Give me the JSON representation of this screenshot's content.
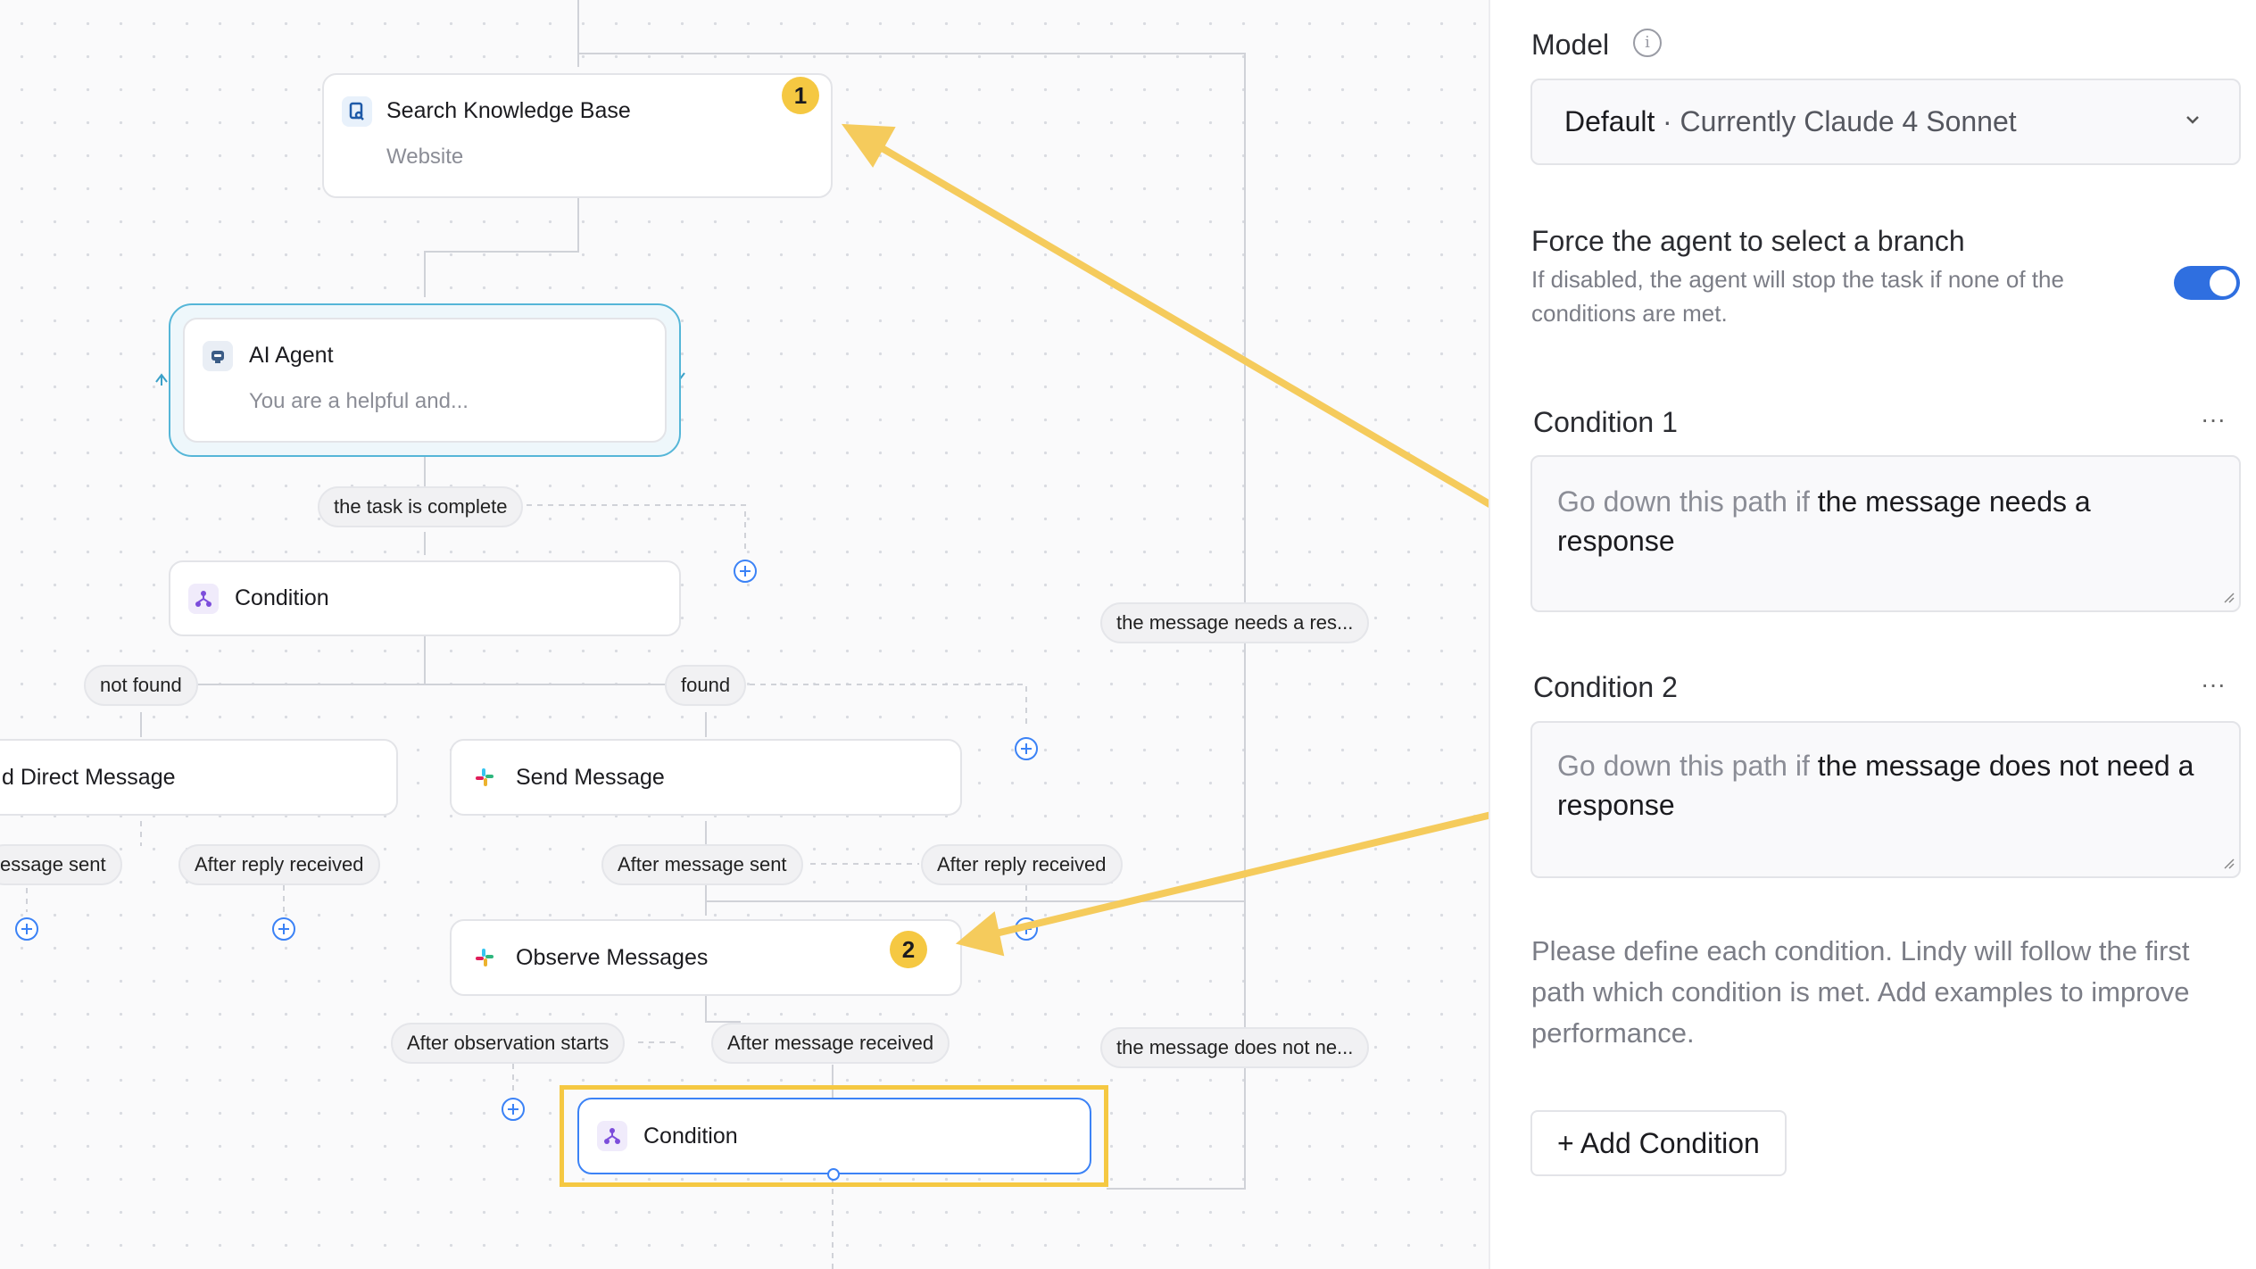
{
  "canvas": {
    "nodes": {
      "search_kb": {
        "title": "Search Knowledge Base",
        "subtitle": "Website",
        "badge": "1"
      },
      "ai_agent": {
        "title": "AI Agent",
        "subtitle": "You are a helpful and..."
      },
      "condition_top": {
        "title": "Condition"
      },
      "direct_message": {
        "title": "d Direct Message"
      },
      "send_message": {
        "title": "Send Message"
      },
      "observe_messages": {
        "title": "Observe Messages",
        "badge": "2"
      },
      "condition_bottom": {
        "title": "Condition"
      }
    },
    "edge_labels": {
      "task_complete": "the task is complete",
      "not_found": "not found",
      "found": "found",
      "needs_response": "the message needs a res...",
      "message_sent_left": "essage sent",
      "reply_received_left": "After reply received",
      "message_sent": "After message sent",
      "reply_received": "After reply received",
      "observation_starts": "After observation starts",
      "message_received": "After message received",
      "not_need": "the message does not ne..."
    },
    "highlight_color": "#f5c842",
    "accent_color": "#3b82f6"
  },
  "panel": {
    "model_label": "Model",
    "model_value_bold": "Default",
    "model_value_rest": " · Currently Claude 4 Sonnet",
    "force_title": "Force the agent to select a branch",
    "force_desc": "If disabled, the agent will stop the task if none of the conditions are met.",
    "force_enabled": true,
    "conditions": [
      {
        "label": "Condition 1",
        "prefix": "Go down this path if ",
        "text": "the message needs a response"
      },
      {
        "label": "Condition 2",
        "prefix": "Go down this path if ",
        "text": "the message does not need a response"
      }
    ],
    "more_icon": "···",
    "help_text": "Please define each condition. Lindy will follow the first path which condition is met. Add examples to improve performance.",
    "add_button": "+ Add Condition"
  }
}
